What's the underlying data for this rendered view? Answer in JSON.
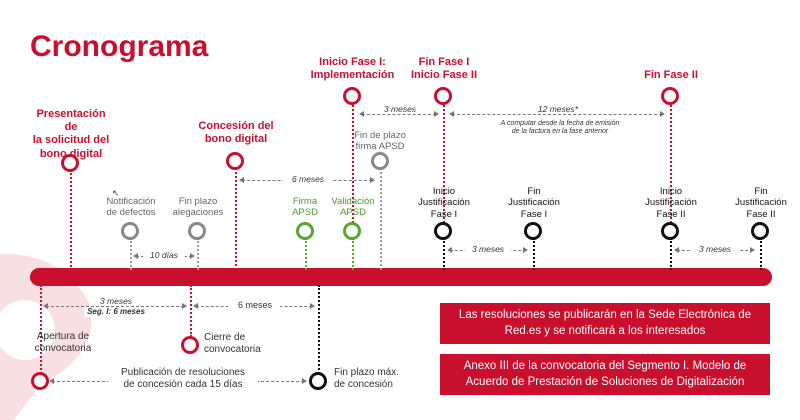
{
  "title": "Cronograma",
  "top_labels": {
    "presentacion": "Presentación de\nla solicitud del\nbono digital",
    "concesion": "Concesión del\nbono digital",
    "inicio_fase1": "Inicio Fase I:\nImplementación",
    "fin_fase1": "Fin Fase I\nInicio Fase II",
    "fin_fase2": "Fin Fase II",
    "notificacion": "Notificación\nde defectos",
    "fin_alegaciones": "Fin plazo\nalegaciones",
    "fin_firma": "Fin de plazo\nfirma APSD",
    "firma": "Firma\nAPSD",
    "validacion": "Validación\nAPSD",
    "inicio_just_1": "Inicio\nJustificación\nFase I",
    "fin_just_1": "Fin\nJustificación\nFase I",
    "inicio_just_2": "Inicio\nJustificación\nFase II",
    "fin_just_2": "Fin\nJustificación\nFase II"
  },
  "durations": {
    "d_3meses_top": "3 meses",
    "d_12meses": "12 meses*",
    "d_12meses_note": "A computar desde la fecha de emisión\nde la factura en la fase anterior",
    "d_6meses_top": "6 meses",
    "d_10dias": "10 días",
    "d_3meses_j1": "3 meses",
    "d_3meses_j2": "3 meses",
    "d_3meses_bottom": "3 meses",
    "d_seg1": "Seg. I: 6 meses",
    "d_6meses_bottom": "6 meses",
    "publicacion": "Publicación de resoluciones\nde concesión cada 15 días"
  },
  "bottom_labels": {
    "apertura": "Apertura de\nconvocatoria",
    "cierre": "Cierre de\nconvocatoria",
    "fin_maximo": "Fin plazo máx.\nde concesión"
  },
  "boxes": {
    "resoluciones": "Las resoluciones se publicarán en la Sede Electrónica de\nRed.es y se notificará a los interesados",
    "anexo": "Anexo III de la convocatoria del Segmento I. Modelo de\nAcuerdo de Prestación de Soluciones de Digitalización"
  },
  "colors": {
    "primary": "#c8102e",
    "gray": "#888888",
    "green": "#5aa52f",
    "black": "#111111"
  }
}
